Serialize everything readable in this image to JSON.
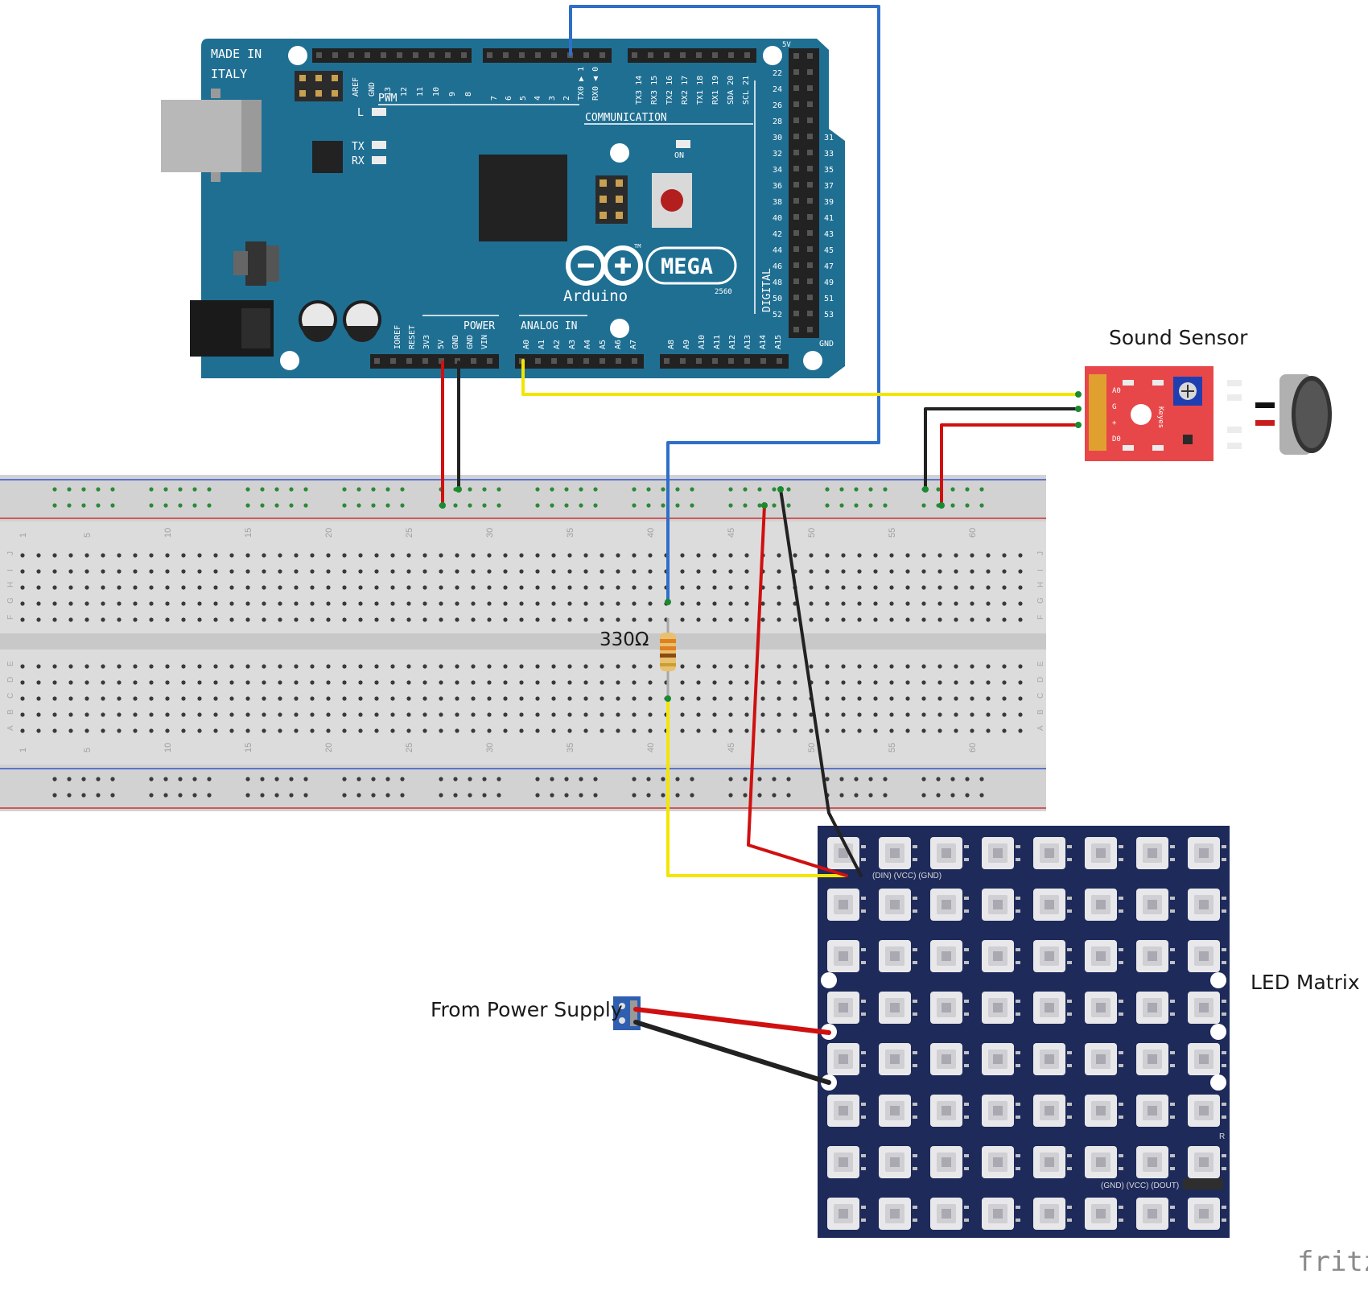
{
  "labels": {
    "sound_sensor": "Sound Sensor",
    "resistor": "330Ω",
    "led_matrix": "LED Matrix",
    "power_supply": "From Power Supply",
    "watermark": "fritzi"
  },
  "arduino": {
    "made_in_1": "MADE IN",
    "made_in_2": "ITALY",
    "brand": "Arduino",
    "model": "MEGA",
    "model_sub": "2560",
    "tm": "TM",
    "pwm": "PWM",
    "communication": "COMMUNICATION",
    "power": "POWER",
    "analog_in": "ANALOG IN",
    "digital": "DIGITAL",
    "on": "ON",
    "tx": "TX",
    "rx": "RX",
    "l": "L",
    "fivev": "5V",
    "gnd": "GND",
    "top_pins_pwm": [
      "AREF",
      "GND",
      "13",
      "12",
      "11",
      "10",
      "9",
      "8"
    ],
    "top_pins_pwm2": [
      "7",
      "6",
      "5",
      "4",
      "3",
      "2",
      "TX0 ▶ 1",
      "RX0 ◀ 0"
    ],
    "top_pins_comm": [
      "TX3 14",
      "RX3 15",
      "TX2 16",
      "RX2 17",
      "TX1 18",
      "RX1 19",
      "SDA 20",
      "SCL 21"
    ],
    "power_pins": [
      "IOREF",
      "RESET",
      "3V3",
      "5V",
      "GND",
      "GND",
      "VIN"
    ],
    "analog_pins_1": [
      "A0",
      "A1",
      "A2",
      "A3",
      "A4",
      "A5",
      "A6",
      "A7"
    ],
    "analog_pins_2": [
      "A8",
      "A9",
      "A10",
      "A11",
      "A12",
      "A13",
      "A14",
      "A15"
    ],
    "digital_left": [
      "22",
      "24",
      "26",
      "28",
      "30",
      "32",
      "34",
      "36",
      "38",
      "40",
      "42",
      "44",
      "46",
      "48",
      "50",
      "52"
    ],
    "digital_right": [
      "31",
      "33",
      "35",
      "37",
      "39",
      "41",
      "43",
      "45",
      "47",
      "49",
      "51",
      "53"
    ]
  },
  "sensor": {
    "pins": [
      "A0",
      "G",
      "+",
      "D0"
    ],
    "keyes": "Keyes"
  },
  "breadboard": {
    "col_numbers": [
      "1",
      "5",
      "10",
      "15",
      "20",
      "25",
      "30",
      "35",
      "40",
      "45",
      "50",
      "55",
      "60"
    ],
    "rows_top": [
      "J",
      "I",
      "H",
      "G",
      "F"
    ],
    "rows_bottom": [
      "E",
      "D",
      "C",
      "B",
      "A"
    ]
  },
  "matrix": {
    "din_label": "(DIN) (VCC) (GND)",
    "dout_label": "(GND) (VCC) (DOUT)",
    "r_mark": "R"
  },
  "colors": {
    "arduino_blue": "#1f6f93",
    "sensor_red": "#e8474a",
    "matrix_navy": "#1e2a5a",
    "wire_red": "#d01010",
    "wire_black": "#222222",
    "wire_yellow": "#f2e600",
    "wire_blue": "#2f6fc8"
  }
}
